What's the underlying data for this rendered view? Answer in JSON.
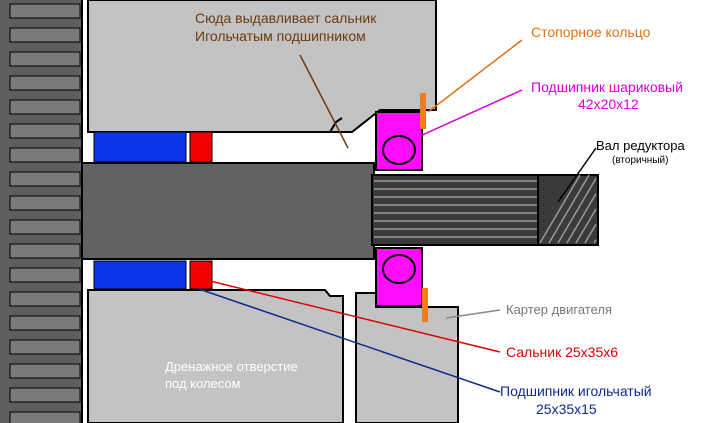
{
  "labels": {
    "seal_pushout": [
      "Сюда выдавливает сальник",
      "Игольчатым подшипником"
    ],
    "retaining_ring": "Стопорное кольцо",
    "ball_bearing": [
      "Подшипник шариковый",
      "42x20x12"
    ],
    "gearbox_shaft": "Вал редуктора",
    "gearbox_shaft_note": "(вторичный)",
    "engine_housing": "Картер двигателя",
    "oil_seal": "Сальник 25x35x6",
    "drain_hole": [
      "Дренажное отверстие",
      "под колесом"
    ],
    "needle_bearing": [
      "Подшипник игольчатый",
      "25x35x15"
    ]
  },
  "colors": {
    "housing": "#c3c3c3",
    "gear": "#5e5e5e",
    "shaft": "#626262",
    "spline": "#3a3a3a",
    "needle_bearing": "#0b34e6",
    "oil_seal": "#f50000",
    "ball_bearing": "#ff0dff",
    "retaining_ring": "#f07c20",
    "seal_text": "#6a3a12",
    "ring_text": "#e07018",
    "ball_text": "#d800d8",
    "housing_text": "#777777",
    "red_text": "#e00000",
    "blue_text": "#102a8e",
    "drain_text": "#ffffff"
  }
}
